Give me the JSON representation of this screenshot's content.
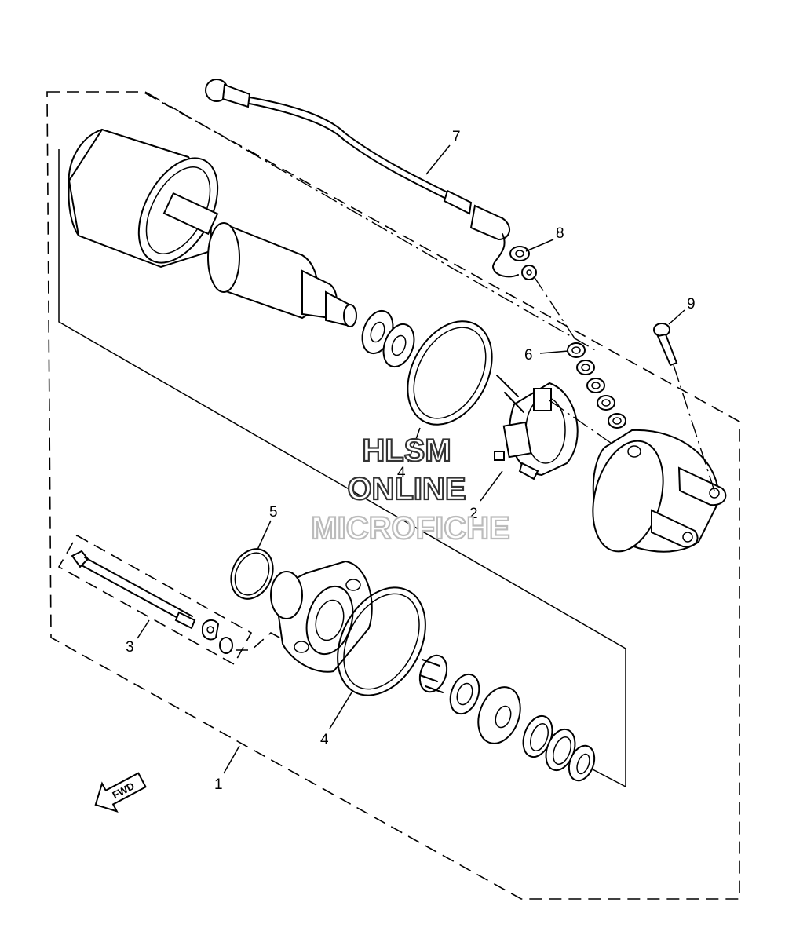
{
  "callouts": {
    "c1": "1",
    "c2": "2",
    "c3": "3",
    "c4a": "4",
    "c4b": "4",
    "c5": "5",
    "c6": "6",
    "c7": "7",
    "c8": "8",
    "c9": "9"
  },
  "watermark": {
    "line1": "HLSM",
    "line2": "ONLINE",
    "line3": "MICROFICHE",
    "color_dark": "#333333",
    "color_light": "#bbbbbb"
  },
  "fwd_arrow": {
    "label": "FWD"
  }
}
